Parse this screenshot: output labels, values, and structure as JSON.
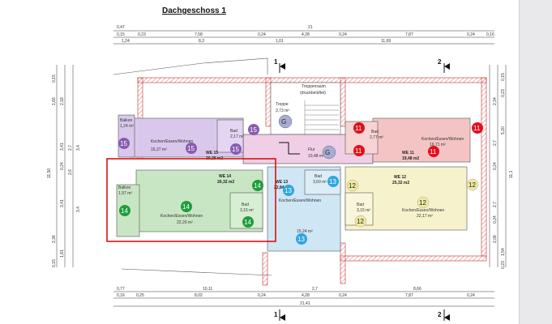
{
  "title": "Dachgeschoss 1",
  "dims_top": {
    "row1": [
      "0,47",
      "21"
    ],
    "row2": [
      "0,15",
      "0,23",
      "7,58",
      "0,24",
      "4,28",
      "0,24",
      "7,87",
      "0,24",
      "0,16"
    ],
    "row3": [
      "1,24",
      "8,3",
      "1,01",
      "11,69"
    ]
  },
  "dims_bottom": {
    "row1": [
      "0,77",
      "10,11",
      "2,7",
      "8,66"
    ],
    "row2": [
      "0,16",
      "0,25",
      "8,02",
      "0,24",
      "4,28",
      "0,24",
      "7,87",
      "0,24"
    ],
    "row3": [
      "21,41"
    ]
  },
  "dims_left": [
    "0,15",
    "2,18",
    "1,66",
    "3,41",
    "0,24",
    "3,41",
    "1,81",
    "2,36",
    "0,15",
    "11,50",
    "2,7",
    "2,6",
    "3,4",
    "3,4"
  ],
  "dims_right": [
    "0,15",
    "0,23",
    "2,34",
    "5,20",
    "2,7",
    "0,24",
    "11,1",
    "2,7",
    "0,24",
    "2,08",
    "1,54",
    "0,23"
  ],
  "section_marks": [
    "1",
    "2"
  ],
  "rooms": {
    "treppenraum": "Treppenraum",
    "treppenraum_sub": "(druckbelüftet)",
    "treppe": "Treppe",
    "treppe_area": "3,73 m²",
    "flur": "Flur",
    "flur_area": "10,48 m²",
    "balkon15": "Balkon",
    "balkon15_area": "1,24 m²",
    "kew15": "Kochen/Essen/Wohnen",
    "kew15_area": "16,27 m²",
    "bad15": "Bad",
    "bad15_area": "2,17 m²",
    "bad11": "Bad",
    "bad11_area": "2,77 m²",
    "kew11": "Kochen/Essen/Wohnen",
    "kew11_area": "16,71 m²",
    "balkon14": "Balkon",
    "balkon14_area": "1,97 m²",
    "kew14": "Kochen/Essen/Wohnen",
    "kew14_area": "22,20 m²",
    "bad14": "Bad",
    "bad14_area": "3,15 m²",
    "bad13": "Bad",
    "bad13_area": "3,60 m²",
    "kew13": "Kochen/Essen/Wohnen",
    "kew13_area": "15,24 m²",
    "bad12": "Bad",
    "bad12_area": "3,15 m²",
    "kew12": "Kochen/Essen/Wohnen",
    "kew12_area": "22,17 m²"
  },
  "units": {
    "we15": "WE 15",
    "we15_area": "20,26 m2",
    "we11": "WE 11",
    "we11_area": "19,48 m2",
    "we14": "WE 14",
    "we14_area": "26,32 m2",
    "we13": "WE 13",
    "we13_area": "22,84 m2",
    "we12": "WE 12",
    "we12_area": "25,32 m2"
  },
  "badges": {
    "g": "G",
    "n15": "15",
    "n11": "11",
    "n14": "14",
    "n13": "13",
    "n12": "12"
  },
  "colors": {
    "we15": "#8a5ab0",
    "we11": "#e0101a",
    "we14": "#1f9e3a",
    "we13": "#2fa6df",
    "we12": "#efe9a0",
    "g": "#8a8fc0",
    "highlight": "#e01010",
    "wall": "#d04040"
  }
}
